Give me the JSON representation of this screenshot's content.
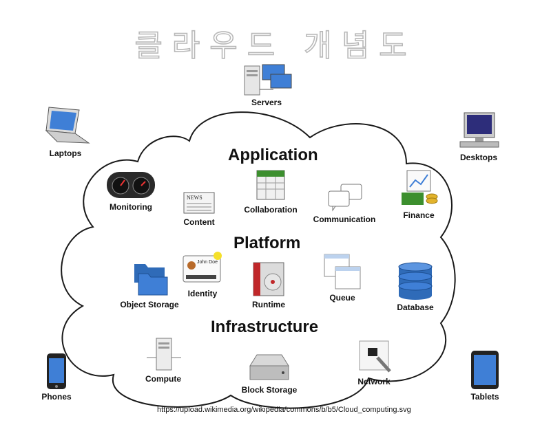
{
  "title": "클라우드 개념도",
  "sections": {
    "application": "Application",
    "platform": "Platform",
    "infrastructure": "Infrastructure"
  },
  "devices": {
    "servers": "Servers",
    "laptops": "Laptops",
    "desktops": "Desktops",
    "phones": "Phones",
    "tablets": "Tablets"
  },
  "application_items": {
    "monitoring": "Monitoring",
    "content": "Content",
    "collaboration": "Collaboration",
    "communication": "Communication",
    "finance": "Finance"
  },
  "platform_items": {
    "object_storage": "Object Storage",
    "identity": "Identity",
    "identity_card_name": "John Doe",
    "runtime": "Runtime",
    "queue": "Queue",
    "database": "Database"
  },
  "infrastructure_items": {
    "compute": "Compute",
    "block_storage": "Block Storage",
    "network": "Network"
  },
  "news_icon_text": "NEWS",
  "source_url": "https://upload.wikimedia.org/wikipedia/commons/b/b5/Cloud_computing.svg",
  "colors": {
    "cloud_outline": "#1a1a1a",
    "title_outline": "#b8b8b8",
    "screen_blue": "#3f7fd6",
    "database_blue": "#2f6bb8",
    "finance_green": "#3c8f2e",
    "gold": "#e2b32c"
  }
}
